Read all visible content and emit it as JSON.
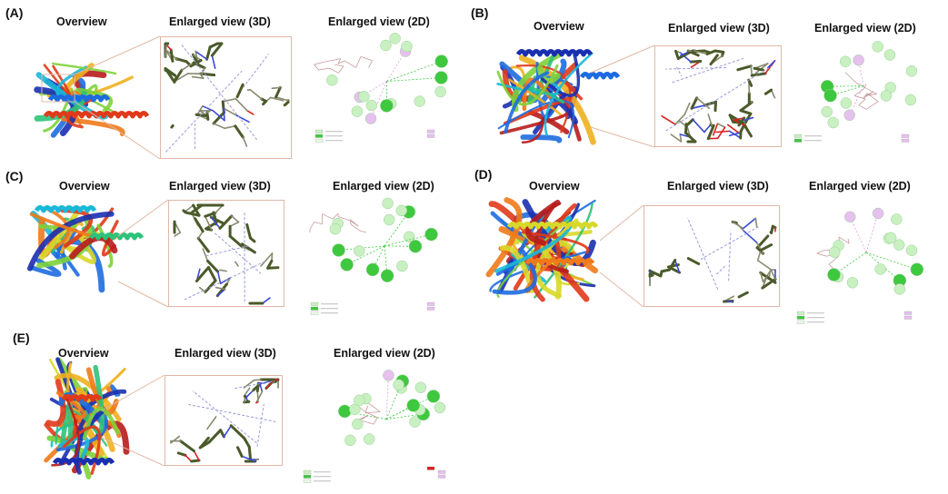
{
  "panels": [
    {
      "label": "(A)",
      "overview": "Overview",
      "view3d": "Enlarged view (3D)",
      "view2d": "Enlarged view (2D)"
    },
    {
      "label": "(B)",
      "overview": "Overview",
      "view3d": "Enlarged view (3D)",
      "view2d": "Enlarged view (2D)"
    },
    {
      "label": "(C)",
      "overview": "Overview",
      "view3d": "Enlarged view (3D)",
      "view2d": "Enlarged view (2D)"
    },
    {
      "label": "(D)",
      "overview": "Overview",
      "view3d": "Enlarged view (3D)",
      "view2d": "Enlarged view (2D)"
    },
    {
      "label": "(E)",
      "overview": "Overview",
      "view3d": "Enlarged view (3D)",
      "view2d": "Enlarged view (2D)"
    }
  ],
  "colors": {
    "frame": "#e0b8a6",
    "ligand": "#4b5a2a",
    "vdw": "#c8f0c0",
    "hbond": "#3ec83e",
    "pi": "#e6c0ee",
    "unfavorable": "#d62020"
  }
}
